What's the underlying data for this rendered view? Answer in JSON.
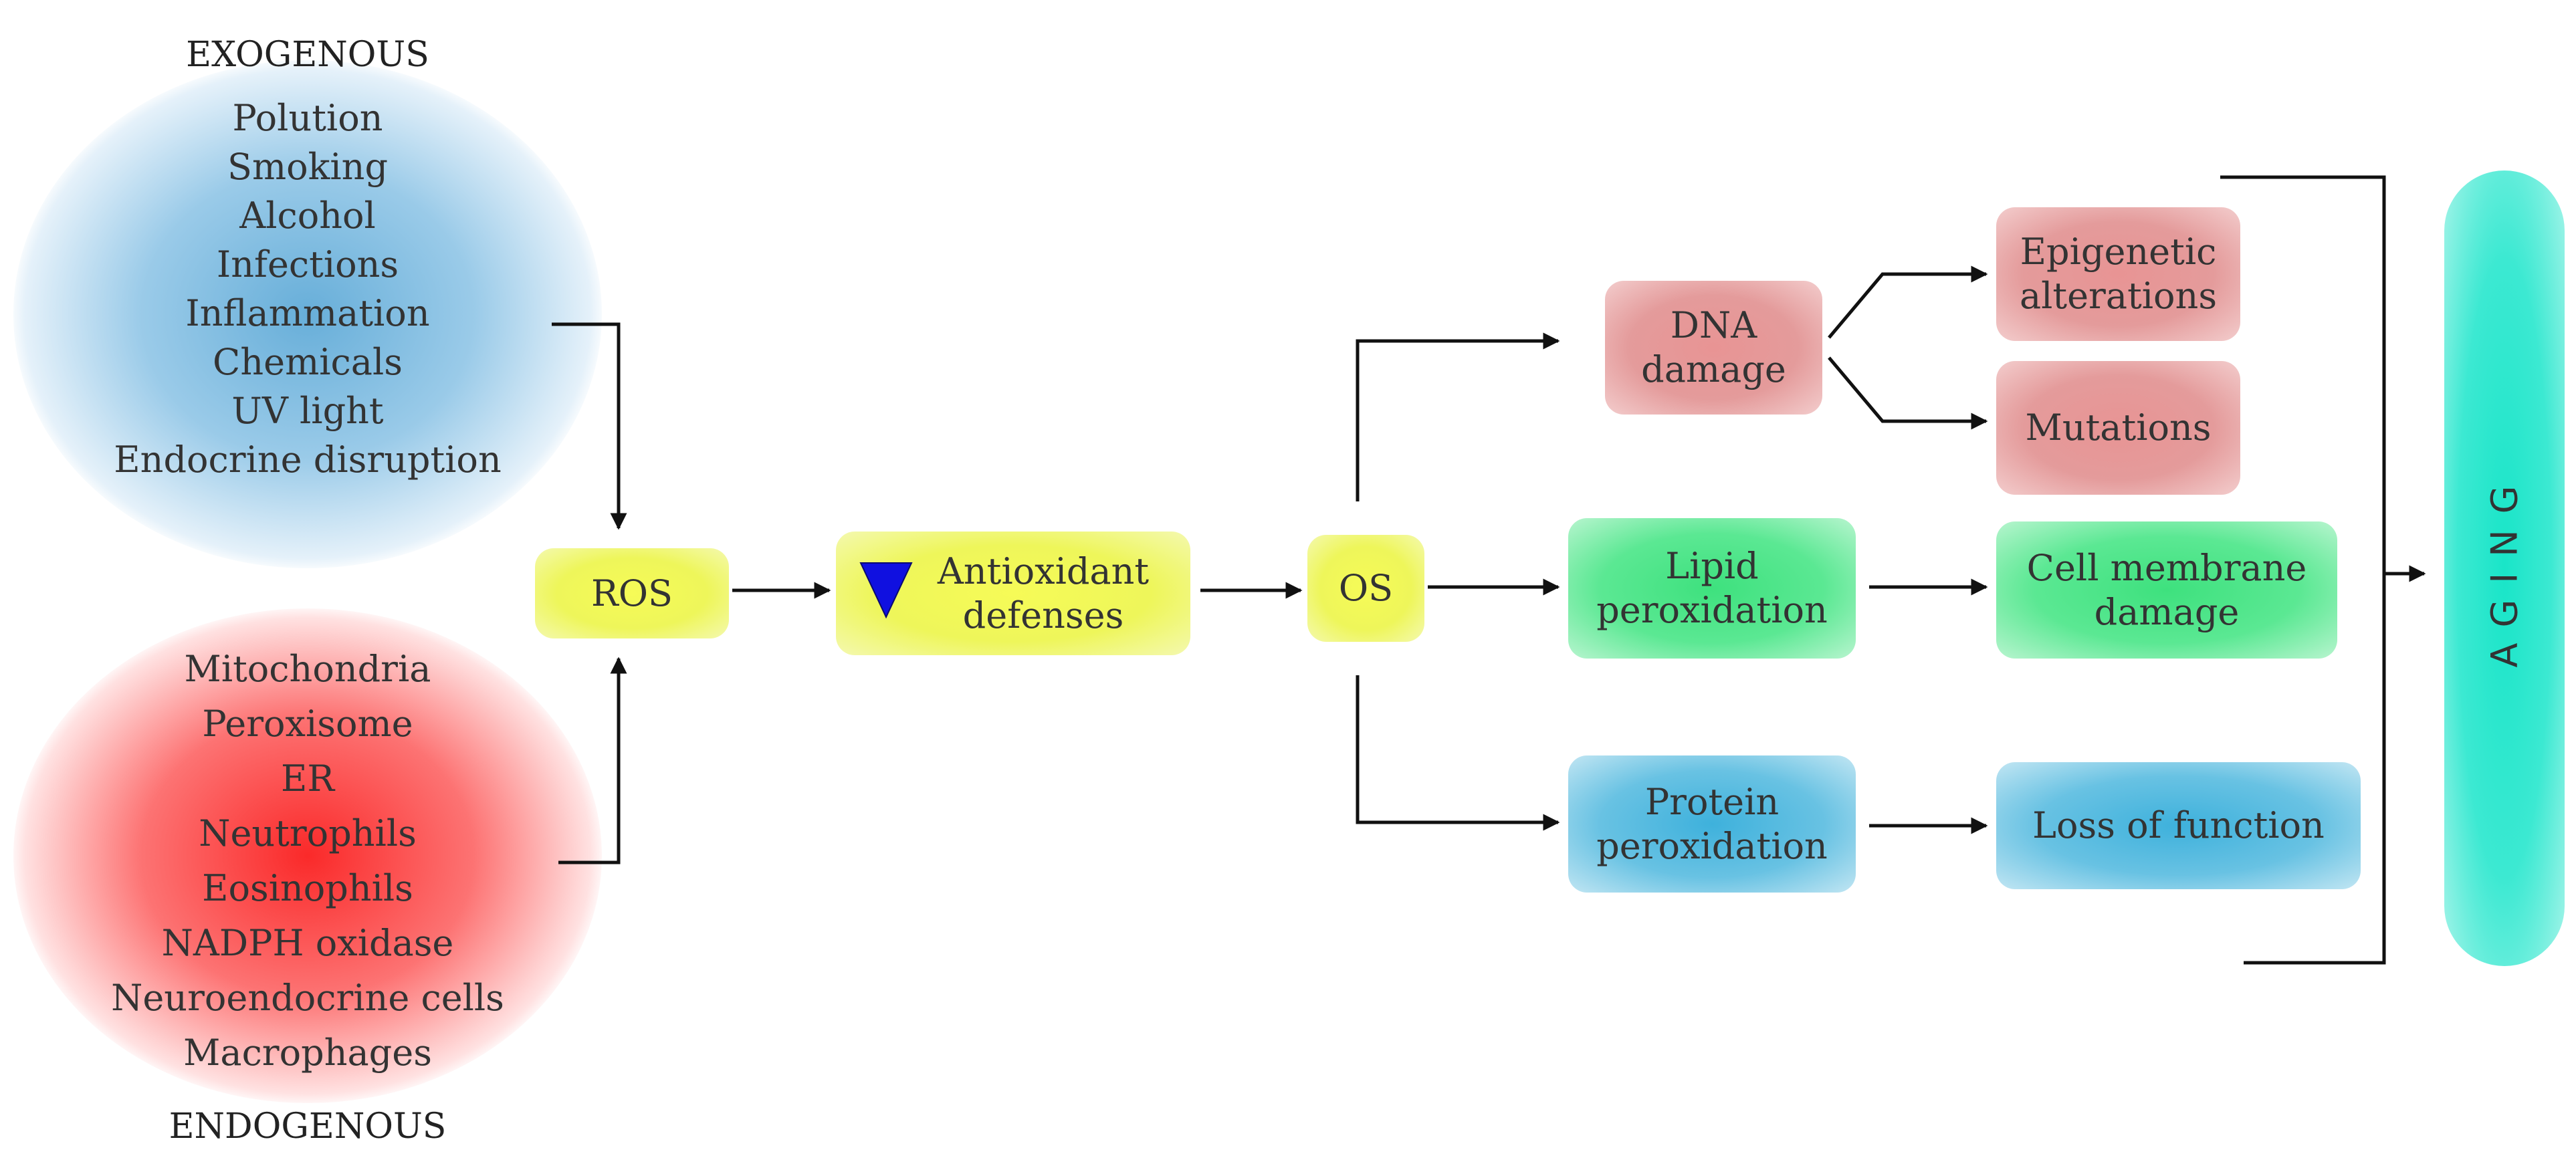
{
  "exogenous": {
    "title": "EXOGENOUS",
    "items": [
      "Polution",
      "Smoking",
      "Alcohol",
      "Infections",
      "Inflammation",
      "Chemicals",
      "UV light",
      "Endocrine disruption"
    ]
  },
  "endogenous": {
    "title": "ENDOGENOUS",
    "items": [
      "Mitochondria",
      "Peroxisome",
      "ER",
      "Neutrophils",
      "Eosinophils",
      "NADPH oxidase",
      "Neuroendocrine cells",
      "Macrophages"
    ]
  },
  "nodes": {
    "ros": "ROS",
    "antioxidant": "Antioxidant defenses",
    "os": "OS",
    "dna_damage": "DNA damage",
    "epigenetic": "Epigenetic alterations",
    "mutations": "Mutations",
    "lipid": "Lipid peroxidation",
    "cell_membrane": "Cell membrane damage",
    "protein": "Protein peroxidation",
    "loss_function": "Loss of function",
    "aging": "AGING"
  },
  "colors": {
    "source_exogenous": "#5faad7",
    "source_endogenous": "#fa1e1e",
    "core_nodes": "#f6fb57",
    "dna_path": "#e49b9b",
    "lipid_path": "#3ee17e",
    "protein_path": "#3eb1dc",
    "aging": "#19e5c8",
    "decrease_marker": "#1010e0"
  }
}
